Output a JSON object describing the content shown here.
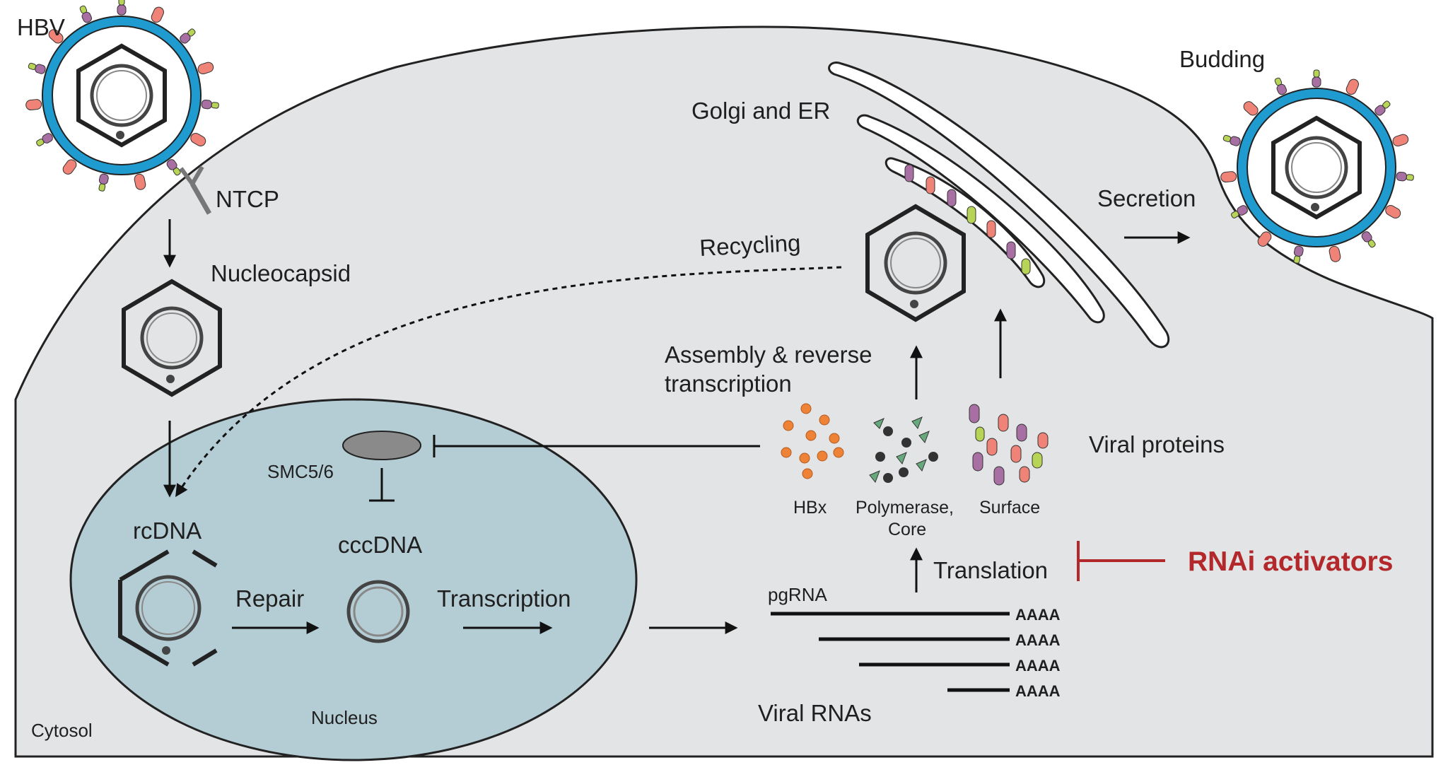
{
  "labels": {
    "hbv": "HBV",
    "ntcp": "NTCP",
    "nucleocapsid": "Nucleocapsid",
    "rcdna": "rcDNA",
    "repair": "Repair",
    "cccdna": "cccDNA",
    "transcription": "Transcription",
    "smc": "SMC5/6",
    "nucleus": "Nucleus",
    "cytosol": "Cytosol",
    "golgi": "Golgi and ER",
    "budding": "Budding",
    "secretion": "Secretion",
    "recycling": "Recycling",
    "assembly_line1": "Assembly & reverse",
    "assembly_line2": "transcription",
    "viral_proteins": "Viral proteins",
    "hbx": "HBx",
    "polymerase_line1": "Polymerase,",
    "polymerase_line2": "Core",
    "surface": "Surface",
    "translation": "Translation",
    "rnai": "RNAi activators",
    "pgrna": "pgRNA",
    "viral_rnas": "Viral RNAs",
    "polya": [
      "AAAA",
      "AAAA",
      "AAAA",
      "AAAA"
    ]
  },
  "colors": {
    "cell_fill": "#e3e4e6",
    "nucleus_fill": "#b4cdd4",
    "envelope_blue": "#1f9bd0",
    "surface_pink": "#ef8377",
    "surface_purple": "#a86fa3",
    "surface_green": "#b8d456",
    "hbx_orange": "#ee8237",
    "core_green": "#66a97c",
    "smc_gray": "#8a8a8a",
    "rnai_red": "#b3282b"
  },
  "icons": [
    "hbv-virion-icon",
    "ntcp-receptor-icon",
    "nucleocapsid-icon",
    "rcdna-icon",
    "cccdna-icon",
    "smc56-icon",
    "golgi-er-icon",
    "budding-virion-icon"
  ]
}
